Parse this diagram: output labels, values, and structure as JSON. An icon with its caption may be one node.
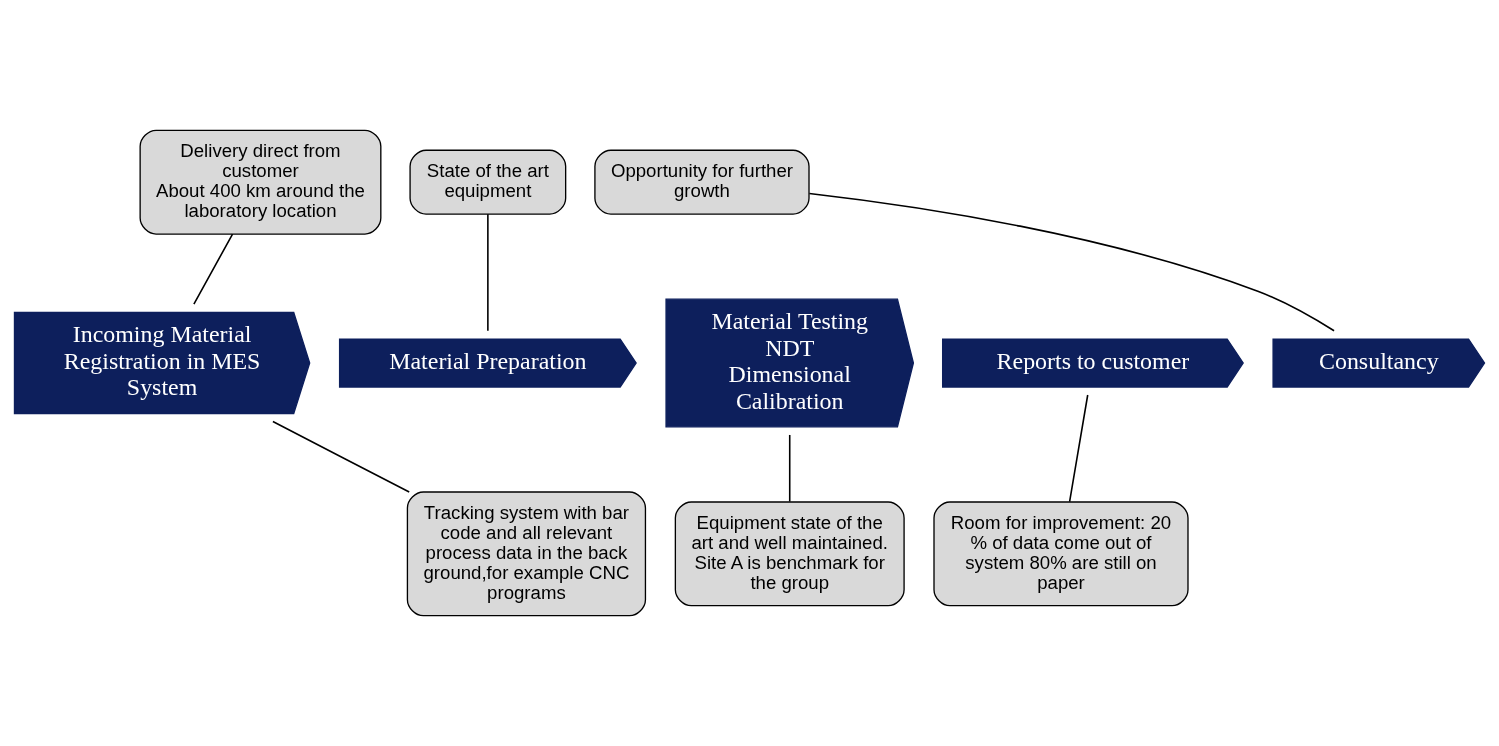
{
  "diagram": {
    "nodes": [
      {
        "text": [
          "Delivery direct from customer",
          "About 400 km around the laboratory location"
        ]
      },
      {
        "text": [
          "State of the art equipment"
        ]
      },
      {
        "text": [
          "Opportunity for further growth"
        ]
      },
      {
        "text": [
          "Incoming Material",
          "Registration in MES System"
        ]
      },
      {
        "text": [
          "Material Preparation"
        ]
      },
      {
        "text": [
          "Material Testing",
          "NDT",
          "Dimensional",
          "Calibration"
        ]
      },
      {
        "text": [
          "Reports to customer"
        ]
      },
      {
        "text": [
          "Consultancy"
        ]
      },
      {
        "text": [
          "Tracking system with bar code and all relevant process data in the back ground,for example CNC programs"
        ]
      },
      {
        "text": [
          "Equipment state of the art and well maintained.",
          "Site A is benchmark for the group"
        ]
      },
      {
        "text": [
          "Room for improvement: 20 % of data come out of system 80% are still on paper"
        ]
      }
    ],
    "edges": [
      {
        "from": 0,
        "to": 3,
        "arrow": "none"
      },
      {
        "from": 1,
        "to": 4,
        "arrow": "none"
      },
      {
        "from": 2,
        "to": 7,
        "arrow": "none"
      },
      {
        "from": 8,
        "to": 3,
        "arrow": "none"
      },
      {
        "from": 9,
        "to": 5,
        "arrow": "none"
      },
      {
        "from": 10,
        "to": 6,
        "arrow": "none"
      }
    ]
  }
}
